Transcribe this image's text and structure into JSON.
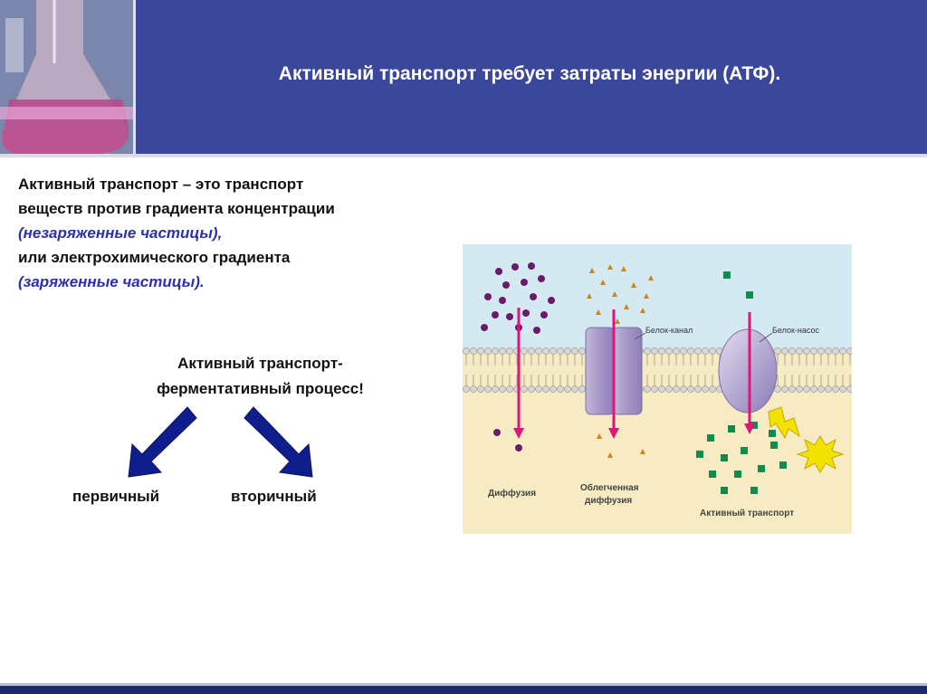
{
  "header": {
    "title": "Активный транспорт требует затраты энергии (АТФ)."
  },
  "definition": {
    "line1": "Активный транспорт – это транспорт",
    "line2": "веществ против градиента концентрации",
    "line3": "(незаряженные частицы),",
    "line4": "или электрохимического градиента",
    "line5": "(заряженные частицы)."
  },
  "process": {
    "line1": "Активный транспорт-",
    "line2": "ферментативный процесс!"
  },
  "types": {
    "primary": "первичный",
    "secondary": "вторичный"
  },
  "diagram": {
    "channel_label": "Белок-канал",
    "pump_label": "Белок-насос",
    "diffusion_label": "Диффузия",
    "facilitated_line1": "Облегченная",
    "facilitated_line2": "диффузия",
    "active_label": "Активный транспорт"
  },
  "colors": {
    "header_bg": "#3a479a",
    "accent_blue": "#2c2fb4",
    "arrow_blue": "#0f1e8c",
    "magenta": "#e0157a"
  }
}
